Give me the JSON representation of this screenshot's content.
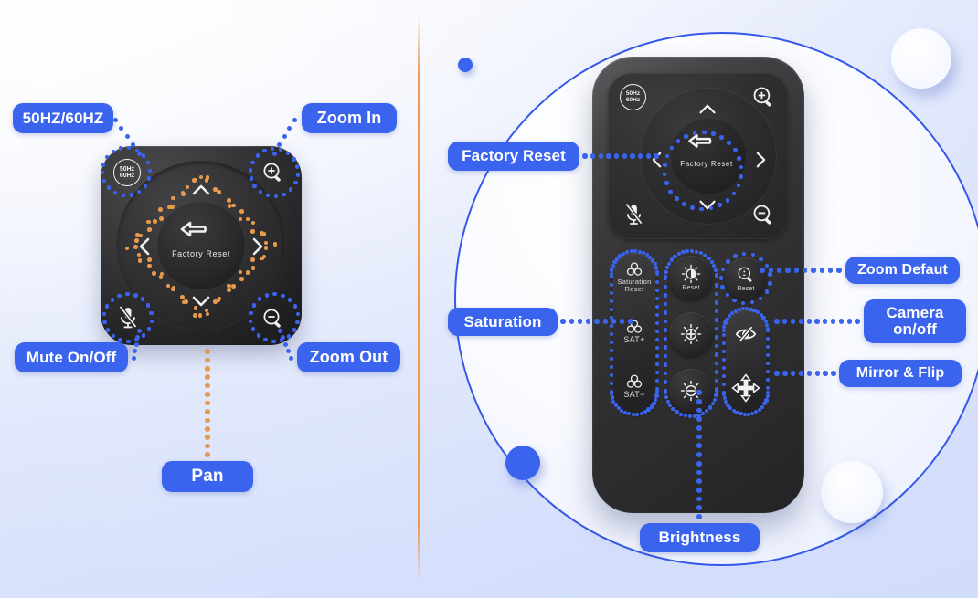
{
  "diagram": {
    "title": "Camera remote control button callout diagram",
    "accent_blue": "#3a64ee",
    "accent_orange": "#e89a4c",
    "background": "#e4eafc"
  },
  "left_panel": {
    "device_name": "dpad-module",
    "center_button": {
      "icon": "undo-arrow-icon",
      "label": "Factory  Reset"
    },
    "hz_badge": {
      "line1": "50Hz",
      "line2": "60Hz"
    },
    "callouts": [
      {
        "id": "hz",
        "label": "50HZ/60HZ"
      },
      {
        "id": "zoom-in",
        "label": "Zoom In"
      },
      {
        "id": "mute",
        "label": "Mute On/Off"
      },
      {
        "id": "zoom-out",
        "label": "Zoom Out"
      },
      {
        "id": "pan",
        "label": "Pan"
      }
    ]
  },
  "right_panel": {
    "device_name": "remote-control",
    "dpad": {
      "hz_badge": {
        "line1": "50Hz",
        "line2": "60Hz"
      },
      "center_label": "Factory  Reset",
      "center_icon": "undo-arrow-icon",
      "up_icon": "chevron-up-icon",
      "down_icon": "chevron-down-icon",
      "left_icon": "chevron-left-icon",
      "right_icon": "chevron-right-icon",
      "mute_icon": "microphone-muted-icon",
      "zoom_in_icon": "magnifier-plus-icon",
      "zoom_out_icon": "magnifier-minus-icon"
    },
    "saturation_column": {
      "buttons": [
        {
          "icon": "saturation-icon",
          "label": "Saturation\nReset"
        },
        {
          "icon": "saturation-icon",
          "label": "SAT+"
        },
        {
          "icon": "saturation-icon",
          "label": "SAT−"
        }
      ]
    },
    "brightness_column": {
      "buttons": [
        {
          "icon": "brightness-reset-icon",
          "label": "Reset"
        },
        {
          "icon": "brightness-plus-icon",
          "label": ""
        },
        {
          "icon": "brightness-minus-icon",
          "label": ""
        }
      ]
    },
    "right_column": {
      "buttons": [
        {
          "icon": "magnifier-reset-icon",
          "label": "Reset"
        },
        {
          "icon": "camera-off-eye-icon",
          "label": ""
        },
        {
          "icon": "mirror-flip-arrows-icon",
          "label": ""
        }
      ]
    },
    "callouts": [
      {
        "id": "factory-reset",
        "label": "Factory Reset"
      },
      {
        "id": "zoom-default",
        "label": "Zoom Defaut"
      },
      {
        "id": "saturation",
        "label": "Saturation"
      },
      {
        "id": "camera-onoff",
        "label": "Camera\non/off"
      },
      {
        "id": "mirror-flip",
        "label": "Mirror & Flip"
      },
      {
        "id": "brightness",
        "label": "Brightness"
      }
    ]
  }
}
